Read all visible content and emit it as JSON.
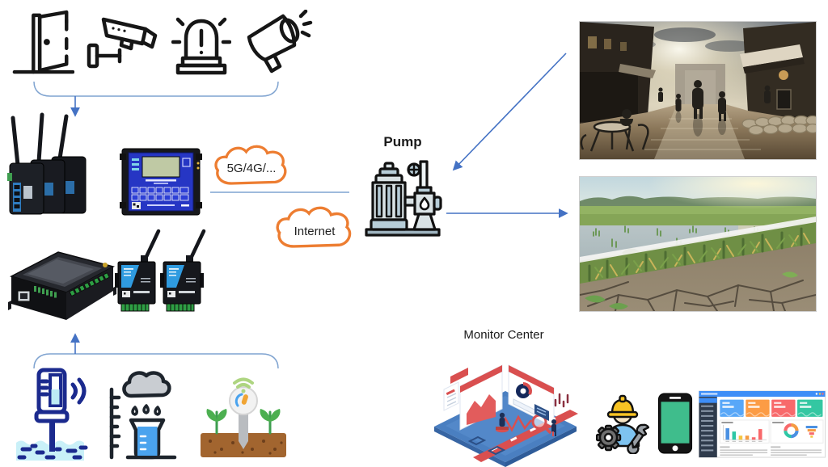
{
  "page": {
    "background": "#ffffff"
  },
  "labels": {
    "network_cloud": "5G/4G/...",
    "internet_cloud": "Internet",
    "pump": "Pump",
    "monitor_center": "Monitor Center"
  },
  "colors": {
    "connector": "#4472C4",
    "connector_light": "#7FA3D0",
    "cloud_outline": "#ED7D31",
    "line_art": "#161616",
    "sensor_navy": "#1B2A8E",
    "water_light": "#C9F0F8",
    "beaker_blue": "#4AA3EE",
    "soil_brown": "#A2652F",
    "plant_green": "#4CAF50",
    "wifi_green": "#AED581",
    "pump_fill": "#B7CDD8",
    "router_blue": "#2F7CC0",
    "controller_blue": "#2636C4",
    "monitor_blue": "#4A7FC1",
    "monitor_red": "#D94F4F",
    "helmet_yellow": "#F7C324",
    "shirt_blue": "#7EC3F0",
    "phone_green": "#3FBD8C",
    "dash_header": "#3E8EF7",
    "dash_sidebar": "#2F3B4C",
    "card_blue": "#58A7F8",
    "card_orange": "#FC9C45",
    "card_red": "#F8696B",
    "card_teal": "#34C7A2"
  },
  "icons": [
    "door-icon",
    "cctv-camera-icon",
    "alarm-siren-icon",
    "megaphone-icon",
    "router-stack-icon",
    "pump-controller-icon",
    "rtu-datalogger-icon",
    "dtu-modem-icon",
    "water-level-sensor-icon",
    "rain-gauge-icon",
    "soil-moisture-sensor-icon",
    "cloud-icon",
    "pump-icon",
    "monitor-center-illustration",
    "maintenance-worker-icon",
    "smartphone-icon",
    "dashboard-screenshot"
  ],
  "photos": [
    {
      "name": "flooded-street-photo",
      "alt": "Flooded city street with pedestrians and sandbags"
    },
    {
      "name": "flood-drought-field-photo",
      "alt": "Split view of flooded field and drought-cracked cornfield"
    }
  ]
}
